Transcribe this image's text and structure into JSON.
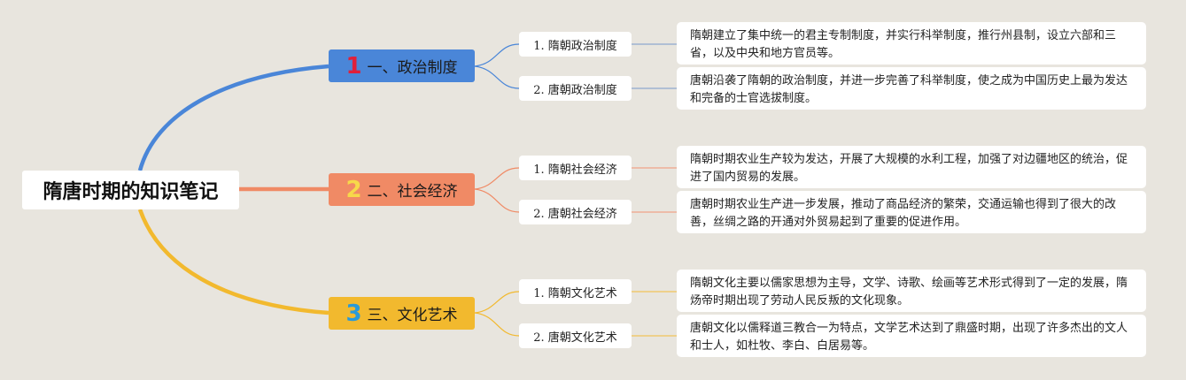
{
  "root": {
    "title": "隋唐时期的知识笔记"
  },
  "colors": {
    "background": "#e8e5de",
    "branch1": "#4a86d8",
    "branch2": "#f08a65",
    "branch3": "#f2b92e",
    "num1": "#e0203a",
    "num2": "#f7d84a",
    "num3": "#2a9ad8"
  },
  "branches": [
    {
      "number": "1",
      "label": "一、政治制度",
      "subtopics": [
        {
          "label": "1. 隋朝政治制度",
          "detail": "隋朝建立了集中统一的君主专制制度，并实行科举制度，推行州县制，设立六部和三省，以及中央和地方官员等。"
        },
        {
          "label": "2. 唐朝政治制度",
          "detail": "唐朝沿袭了隋朝的政治制度，并进一步完善了科举制度，使之成为中国历史上最为发达和完备的士官选拔制度。"
        }
      ]
    },
    {
      "number": "2",
      "label": "二、社会经济",
      "subtopics": [
        {
          "label": "1. 隋朝社会经济",
          "detail": "隋朝时期农业生产较为发达，开展了大规模的水利工程，加强了对边疆地区的统治，促进了国内贸易的发展。"
        },
        {
          "label": "2. 唐朝社会经济",
          "detail": "唐朝时期农业生产进一步发展，推动了商品经济的繁荣，交通运输也得到了很大的改善，丝绸之路的开通对外贸易起到了重要的促进作用。"
        }
      ]
    },
    {
      "number": "3",
      "label": "三、文化艺术",
      "subtopics": [
        {
          "label": "1. 隋朝文化艺术",
          "detail": "隋朝文化主要以儒家思想为主导，文学、诗歌、绘画等艺术形式得到了一定的发展，隋炀帝时期出现了劳动人民反叛的文化现象。"
        },
        {
          "label": "2. 唐朝文化艺术",
          "detail": "唐朝文化以儒释道三教合一为特点，文学艺术达到了鼎盛时期，出现了许多杰出的文人和士人，如杜牧、李白、白居易等。"
        }
      ]
    }
  ]
}
